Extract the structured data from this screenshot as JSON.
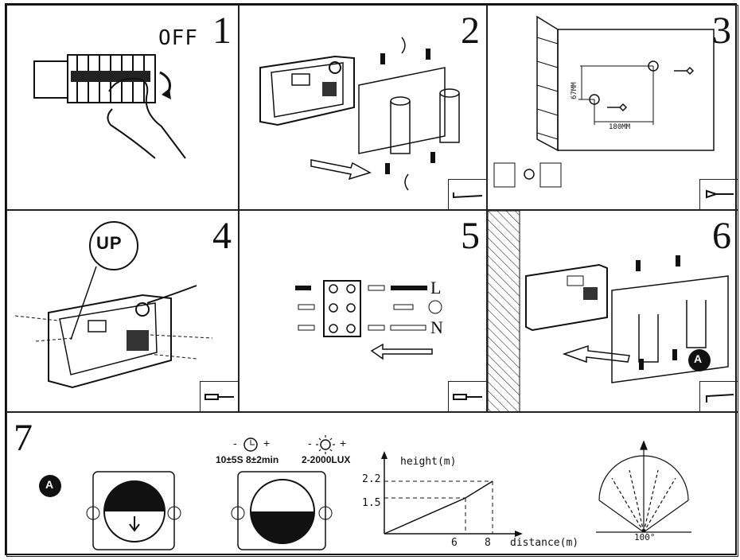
{
  "steps": [
    "1",
    "2",
    "3",
    "4",
    "5",
    "6",
    "7"
  ],
  "step1": {
    "off_label": "OFF"
  },
  "step3": {
    "dim_vertical": "67MM",
    "dim_horizontal": "180MM"
  },
  "step4": {
    "up_label": "UP"
  },
  "step5": {
    "terminal_L": "L",
    "terminal_N": "N"
  },
  "step6": {
    "marker": "A"
  },
  "step7": {
    "marker": "A",
    "time_control": {
      "minus": "-",
      "plus": "+",
      "range_label": "10±5S  8±2min"
    },
    "lux_control": {
      "minus": "-",
      "plus": "+",
      "range_label": "2-2000LUX"
    },
    "range_chart": {
      "ylabel": "height(m)",
      "xlabel": "distance(m)",
      "y_ticks": [
        "2.2",
        "1.5"
      ],
      "x_ticks": [
        "6",
        "8"
      ]
    },
    "angle_label": "100°"
  },
  "chart_data": {
    "type": "line",
    "xlabel": "distance(m)",
    "ylabel": "height(m)",
    "series": [
      {
        "x": [
          0,
          6,
          8
        ],
        "y": [
          0,
          1.5,
          2.2
        ]
      }
    ],
    "x_ticks": [
      6,
      8
    ],
    "y_ticks": [
      1.5,
      2.2
    ]
  }
}
